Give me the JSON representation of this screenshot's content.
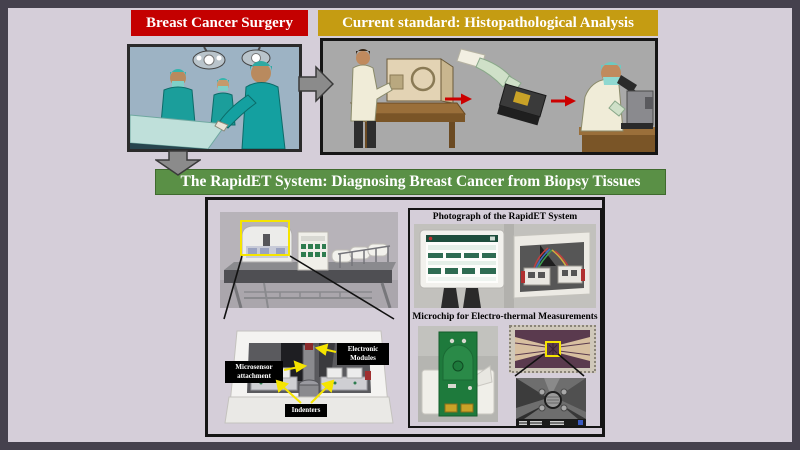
{
  "header": {
    "surgery_banner": "Breast Cancer Surgery",
    "standard_banner": "Current standard: Histopathological Analysis"
  },
  "rapidet_banner": "The RapidET System: Diagnosing Breast Cancer from Biopsy Tissues",
  "system_panel": {
    "photo_title": "Photograph of the RapidET System",
    "microchip_title": "Microchip for Electro-thermal Measurements",
    "device_labels": {
      "microsensor": "Microsensor attachment",
      "electronic_modules": "Electronic Modules",
      "indenters": "Indenters"
    }
  },
  "icons": {
    "flow_arrow_right": "right-arrow",
    "flow_arrow_down": "down-arrow",
    "process_arrows": "red-arrow"
  },
  "colors": {
    "background": "#d5ced9",
    "frame": "#45414d",
    "surgery_banner_bg": "#c40000",
    "standard_banner_bg": "#c59c12",
    "rapidet_banner_bg": "#5a9046",
    "banner_text": "#ffffff",
    "highlight_yellow": "#f5e400",
    "process_arrow_red": "#cc0000",
    "device_label_bg": "#000000",
    "histo_panel_bg": "#a9a9a9"
  }
}
